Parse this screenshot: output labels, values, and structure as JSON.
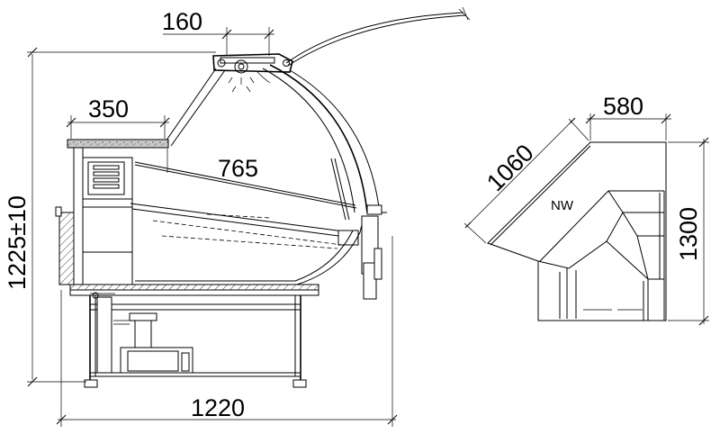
{
  "diagram": {
    "side_view": {
      "dimensions": {
        "lamp_width": "160",
        "shelf_depth": "350",
        "glass_depth": "765",
        "height": "1225±10",
        "total_depth": "1220"
      }
    },
    "corner_plan": {
      "dimensions": {
        "diagonal": "1060",
        "top_depth": "580",
        "side_length": "1300"
      },
      "label": "NW"
    }
  }
}
